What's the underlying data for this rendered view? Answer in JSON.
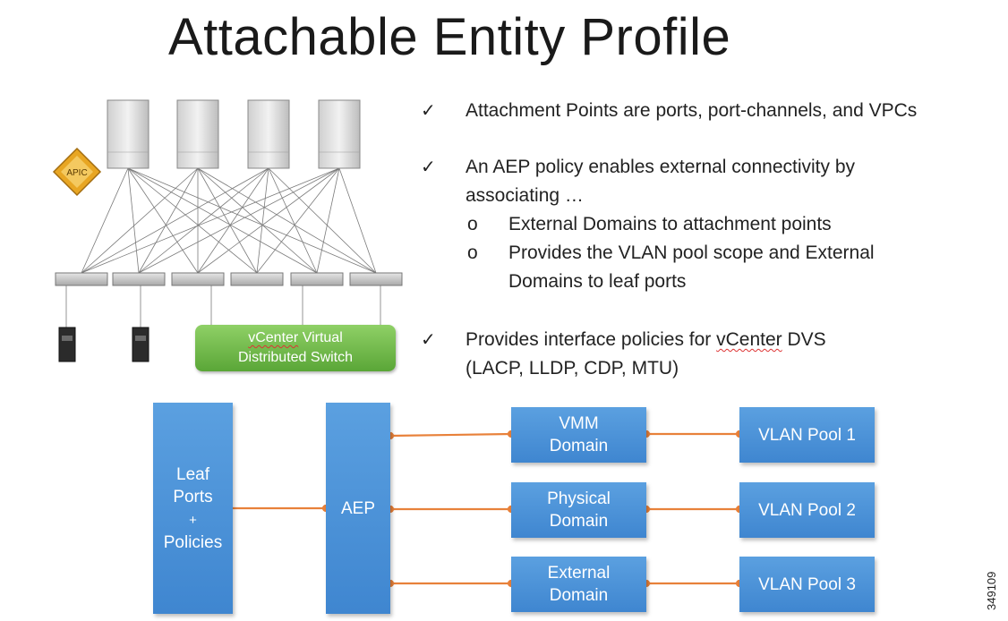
{
  "title": "Attachable Entity Profile",
  "bullets": [
    {
      "text": "Attachment Points are ports, port-channels, and VPCs"
    },
    {
      "line1": "An AEP policy enables external connectivity by",
      "line2": "associating …",
      "sub": [
        {
          "marker": "o",
          "text": "External Domains to attachment points"
        },
        {
          "marker": "o",
          "line1": "Provides the VLAN pool scope and External",
          "line2": "Domains to leaf ports"
        }
      ]
    },
    {
      "line1_pre": "Provides interface policies for ",
      "line1_wavy": "vCenter",
      "line1_post": " DVS",
      "line2": "(LACP, LLDP, CDP, MTU)"
    }
  ],
  "check_mark": "✓",
  "topology": {
    "apic_label": "APIC",
    "vcenter_label_wavy": "vCenter",
    "vcenter_label_rest": " Virtual",
    "vcenter_label_line2": "Distributed Switch"
  },
  "flow": {
    "leaf": {
      "lines": [
        "Leaf",
        "Ports",
        "+",
        "Policies"
      ]
    },
    "aep": {
      "label": "AEP"
    },
    "domains": [
      {
        "lines": [
          "VMM",
          "Domain"
        ]
      },
      {
        "lines": [
          "Physical",
          "Domain"
        ]
      },
      {
        "lines": [
          "External",
          "Domain"
        ]
      }
    ],
    "pools": [
      "VLAN Pool 1",
      "VLAN Pool 2",
      "VLAN Pool 3"
    ]
  },
  "colors": {
    "box_blue": "#4a90d9",
    "connector_orange": "#e8813a",
    "vcenter_green": "#6cbf47"
  },
  "figure_id": "349109"
}
